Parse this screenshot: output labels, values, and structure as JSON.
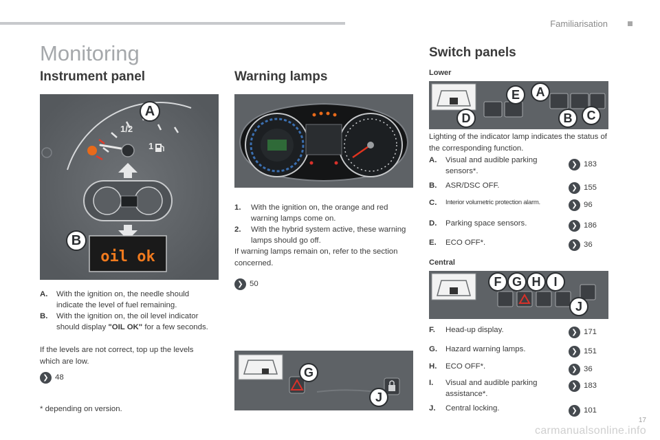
{
  "header": {
    "chapter": "Familiarisation",
    "page_number": "17"
  },
  "title": "Monitoring",
  "instrument_panel": {
    "heading": "Instrument panel",
    "gauge": {
      "half_label": "1/2",
      "full_label": "1"
    },
    "display_text": "oil ok",
    "items": [
      {
        "label": "A.",
        "text": "With the ignition on, the needle should indicate the level of fuel remaining."
      },
      {
        "label": "B.",
        "text_before": "With the ignition on, the oil level indicator should display ",
        "text_bold": "\"OIL OK\"",
        "text_after": " for a few seconds."
      }
    ],
    "note": "If the levels are not correct, top up the levels which are low.",
    "ref": "48",
    "footnote": "* depending on version."
  },
  "warning_lamps": {
    "heading": "Warning lamps",
    "items": [
      {
        "label": "1.",
        "text": "With the ignition on, the orange and red warning lamps come on."
      },
      {
        "label": "2.",
        "text": "With the hybrid system active, these warning lamps should go off."
      }
    ],
    "note": "If warning lamps remain on, refer to the section concerned.",
    "ref": "50"
  },
  "switch_panels": {
    "heading": "Switch panels",
    "lower": {
      "subheading": "Lower",
      "intro": "Lighting of the indicator lamp indicates the status of the corresponding function.",
      "items": [
        {
          "label": "A.",
          "text": "Visual and audible parking sensors*.",
          "ref": "183"
        },
        {
          "label": "B.",
          "text": "ASR/DSC OFF.",
          "ref": "155"
        },
        {
          "label": "C.",
          "text": "Interior volumetric protection alarm.",
          "ref": "96"
        },
        {
          "label": "D.",
          "text": "Parking space sensors.",
          "ref": "186"
        },
        {
          "label": "E.",
          "text": "ECO OFF*.",
          "ref": "36"
        }
      ]
    },
    "central": {
      "subheading": "Central",
      "items": [
        {
          "label": "F.",
          "text": "Head-up display.",
          "ref": "171"
        },
        {
          "label": "G.",
          "text": "Hazard warning lamps.",
          "ref": "151"
        },
        {
          "label": "H.",
          "text": "ECO OFF*.",
          "ref": "36"
        },
        {
          "label": "I.",
          "text": "Visual and audible parking assistance*.",
          "ref": "183"
        },
        {
          "label": "J.",
          "text": "Central locking.",
          "ref": "101"
        }
      ]
    }
  },
  "callouts": {
    "a": "A",
    "b": "B",
    "c": "C",
    "d": "D",
    "e": "E",
    "f": "F",
    "g": "G",
    "h": "H",
    "i": "I",
    "j": "J"
  },
  "footer": "carmanualsonline.info",
  "colors": {
    "panel_bg": "#5e6266",
    "title_gray": "#a5a8ab",
    "ref_icon": "#454a4f",
    "warning_orange": "#e86a1a"
  },
  "icons": [
    "reference-arrow-icon",
    "fuel-pump-icon",
    "hazard-triangle-icon",
    "lock-icon",
    "arrow-up-icon",
    "arrow-down-icon"
  ]
}
